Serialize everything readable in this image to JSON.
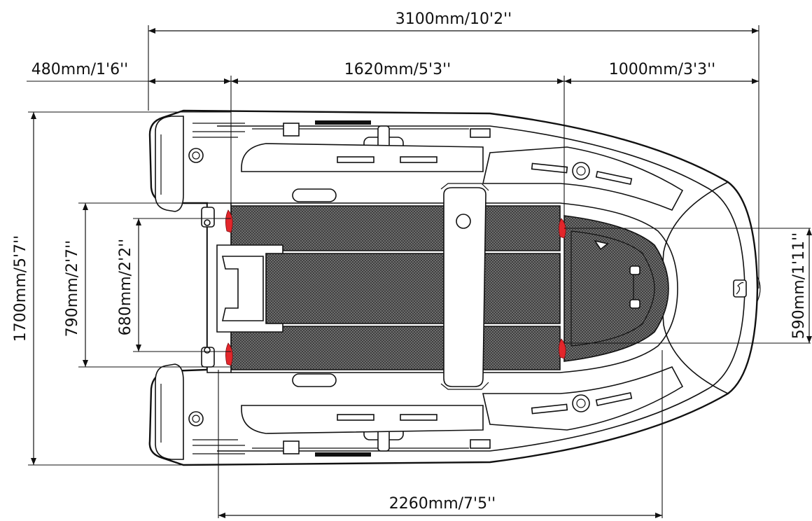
{
  "dimensions": {
    "overall_length": "3100mm/10'2''",
    "transom_offset": "480mm/1'6''",
    "floor_length": "1620mm/5'3''",
    "bow_section": "1000mm/3'3''",
    "overall_width": "1700mm/5'7''",
    "transom_outer_width": "790mm/2'7''",
    "transom_inner_width": "680mm/2'2''",
    "bow_floor_width": "590mm/1'11''",
    "interior_length": "2260mm/7'5''"
  },
  "colors": {
    "line": "#111111",
    "floor_mesh": "#3a3a3a",
    "accent_valve": "#e3262b"
  },
  "icons": [
    "valve-icon",
    "logo-mark-icon",
    "oarlock-icon",
    "handle-icon"
  ]
}
